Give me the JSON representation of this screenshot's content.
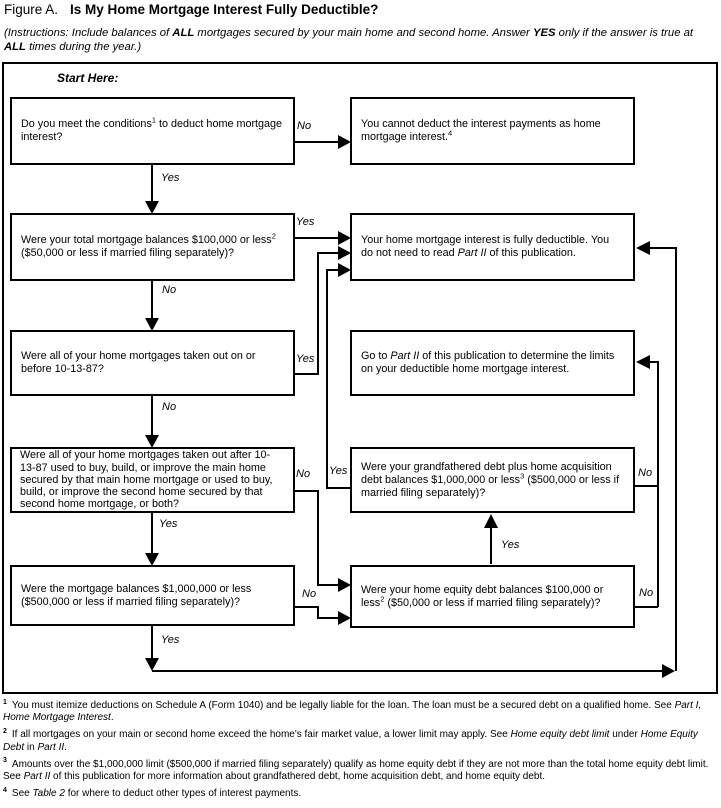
{
  "header": {
    "figure_label": "Figure A.",
    "title": "Is My Home Mortgage Interest Fully Deductible?"
  },
  "instructions": {
    "segments": [
      {
        "t": "(Instructions: Include balances of "
      },
      {
        "t": "ALL",
        "b": true
      },
      {
        "t": " mortgages secured by your main home and second home. Answer "
      },
      {
        "t": "YES",
        "b": true
      },
      {
        "t": " only if the answer is true at "
      },
      {
        "t": "ALL",
        "b": true
      },
      {
        "t": " times during the year.)"
      }
    ]
  },
  "flowchart": {
    "start_label": "Start Here:",
    "nodes": {
      "conditions": {
        "segments": [
          {
            "t": "Do you meet the conditions"
          },
          {
            "t": "1",
            "sup": true
          },
          {
            "t": " to deduct home mortgage interest?"
          }
        ]
      },
      "cannot_deduct": {
        "segments": [
          {
            "t": "You cannot deduct the interest payments as home mortgage interest."
          },
          {
            "t": "4",
            "sup": true
          }
        ]
      },
      "total_balances": {
        "segments": [
          {
            "t": "Were your total mortgage balances $100,000 or less"
          },
          {
            "t": "2",
            "sup": true
          },
          {
            "t": " ($50,000 or less if married filing separately)?"
          }
        ]
      },
      "fully_deductible": {
        "segments": [
          {
            "t": "Your home mortgage interest is fully deductible. You do not need to read "
          },
          {
            "t": "Part II",
            "i": true
          },
          {
            "t": " of this publication."
          }
        ]
      },
      "before_101387": {
        "segments": [
          {
            "t": "Were all of your home mortgages taken out on or before 10-13-87?"
          }
        ]
      },
      "go_part2": {
        "segments": [
          {
            "t": "Go to "
          },
          {
            "t": "Part II",
            "i": true
          },
          {
            "t": " of this publication to determine the limits on your deductible home mortgage interest."
          }
        ]
      },
      "after_101387": {
        "segments": [
          {
            "t": "Were all of your home mortgages taken out after 10-13-87 used to buy, build, or improve the main home secured by that main home mortgage or used to buy, build, or improve the second home secured by that second home mortgage, or both?"
          }
        ]
      },
      "grandfathered": {
        "segments": [
          {
            "t": "Were your grandfathered debt plus home acquisition debt balances $1,000,000 or less"
          },
          {
            "t": "3",
            "sup": true
          },
          {
            "t": " ($500,000 or less if married filing separately)?"
          }
        ]
      },
      "balances_1m": {
        "segments": [
          {
            "t": "Were the mortgage balances $1,000,000 or less ($500,000 or less if married filing separately)?"
          }
        ]
      },
      "home_equity": {
        "segments": [
          {
            "t": "Were your home equity debt balances $100,000 or less"
          },
          {
            "t": "2",
            "sup": true
          },
          {
            "t": " ($50,000 or less if married filing separately)?"
          }
        ]
      }
    },
    "edges": {
      "conditions_no": "No",
      "conditions_yes": "Yes",
      "total_balances_yes": "Yes",
      "total_balances_no": "No",
      "before_yes": "Yes",
      "before_no": "No",
      "after_no": "No",
      "after_yes": "Yes",
      "grandfathered_yes": "Yes",
      "grandfathered_no": "No",
      "balances1m_no": "No",
      "balances1m_yes": "Yes",
      "home_equity_yes": "Yes",
      "home_equity_no": "No"
    }
  },
  "footnotes": [
    {
      "marker": "1",
      "segments": [
        {
          "t": "You must itemize deductions on Schedule A (Form 1040) and be legally liable for the loan. The loan must be a secured debt on a qualified home. See "
        },
        {
          "t": "Part I, Home Mortgage Interest",
          "i": true
        },
        {
          "t": "."
        }
      ]
    },
    {
      "marker": "2",
      "segments": [
        {
          "t": "If all mortgages on your main or second home exceed the home's fair market value, a lower limit may apply. See "
        },
        {
          "t": "Home equity debt limit",
          "i": true
        },
        {
          "t": " under "
        },
        {
          "t": "Home Equity Debt",
          "i": true
        },
        {
          "t": " in "
        },
        {
          "t": "Part II",
          "i": true
        },
        {
          "t": "."
        }
      ]
    },
    {
      "marker": "3",
      "segments": [
        {
          "t": "Amounts over the $1,000,000 limit ($500,000 if married filing separately) qualify as home equity debt if they are not more than the total home equity debt limit. See "
        },
        {
          "t": "Part II",
          "i": true
        },
        {
          "t": " of this publication for more information about grandfathered debt, home acquisition debt, and home equity debt."
        }
      ]
    },
    {
      "marker": "4",
      "segments": [
        {
          "t": "See "
        },
        {
          "t": "Table 2",
          "i": true
        },
        {
          "t": " for where to deduct other types of interest payments."
        }
      ]
    }
  ]
}
